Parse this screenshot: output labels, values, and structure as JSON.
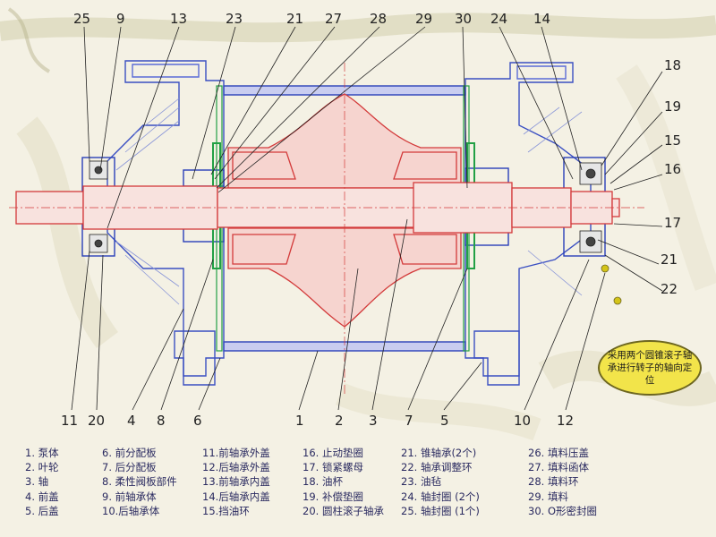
{
  "colors": {
    "rotor": "#d33a3a",
    "casing": "#2a40b8",
    "liner": "#5a6bd6",
    "seal": "#22a045",
    "line": "#1c2a8c",
    "note_fill": "#f2e44a"
  },
  "callouts": {
    "top": [
      "25",
      "9",
      "13",
      "23",
      "21",
      "27",
      "28",
      "29",
      "30",
      "24",
      "14"
    ],
    "right": [
      "18",
      "19",
      "15",
      "16",
      "17",
      "21",
      "22"
    ],
    "bottom": [
      "11",
      "20",
      "4",
      "8",
      "6",
      "1",
      "2",
      "3",
      "7",
      "5",
      "10",
      "12"
    ]
  },
  "note": {
    "text": "采用两个圆锥滚子轴承进行转子的轴向定位"
  },
  "legend": {
    "columns": [
      [
        "1. 泵体",
        "2. 叶轮",
        "3. 轴",
        "4. 前盖",
        "5. 后盖"
      ],
      [
        "6. 前分配板",
        "7. 后分配板",
        "8. 柔性阀板部件",
        "9. 前轴承体",
        "10.后轴承体"
      ],
      [
        "11.前轴承外盖",
        "12.后轴承外盖",
        "13.前轴承内盖",
        "14.后轴承内盖",
        "15.挡油环"
      ],
      [
        "16. 止动垫圈",
        "17. 锁紧螺母",
        "18. 油杯",
        "19. 补偿垫圈",
        "20. 圆柱滚子轴承"
      ],
      [
        "21. 锥轴承(2个)",
        "22. 轴承调整环",
        "23. 油毡",
        "24. 轴封圈 (2个)",
        "25. 轴封圈 (1个)"
      ],
      [
        "26. 填料压盖",
        "27. 填料函体",
        "28. 填料环",
        "29. 填料",
        "30. O形密封圈"
      ]
    ]
  }
}
